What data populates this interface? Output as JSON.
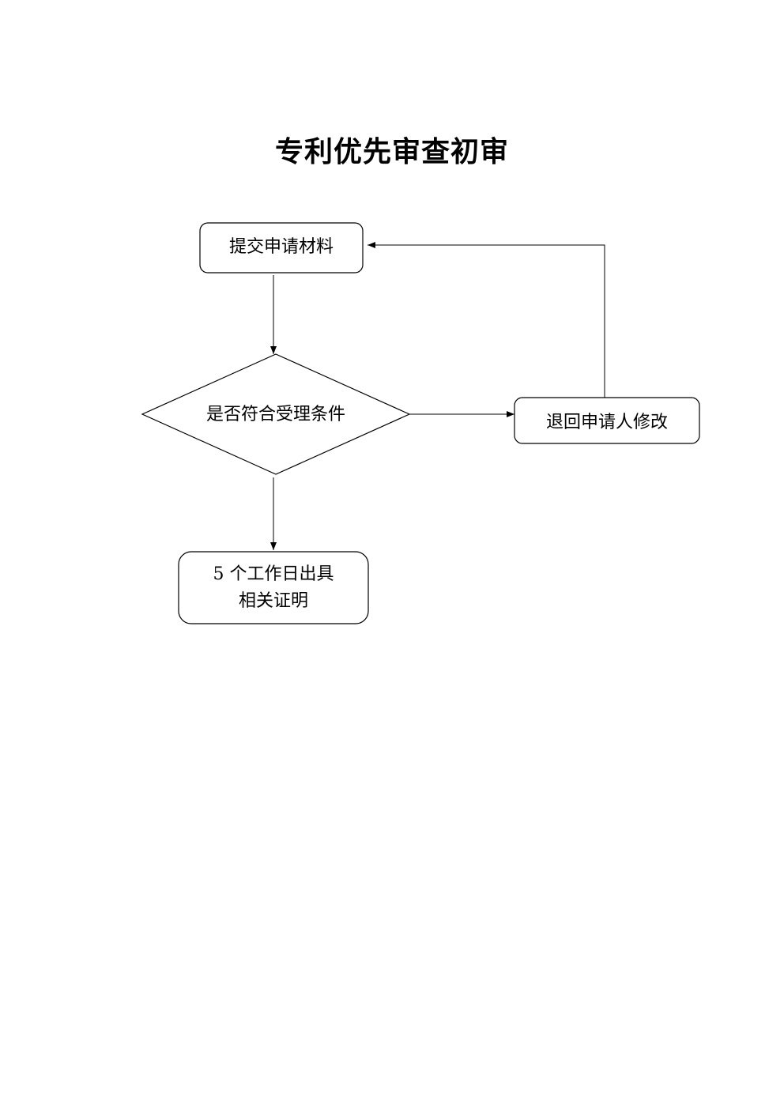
{
  "title": "专利优先审查初审",
  "nodes": {
    "submit": "提交申请材料",
    "check": "是否符合受理条件",
    "return": "退回申请人修改",
    "issue_line1": "5 个工作日出具",
    "issue_line2": "相关证明"
  }
}
